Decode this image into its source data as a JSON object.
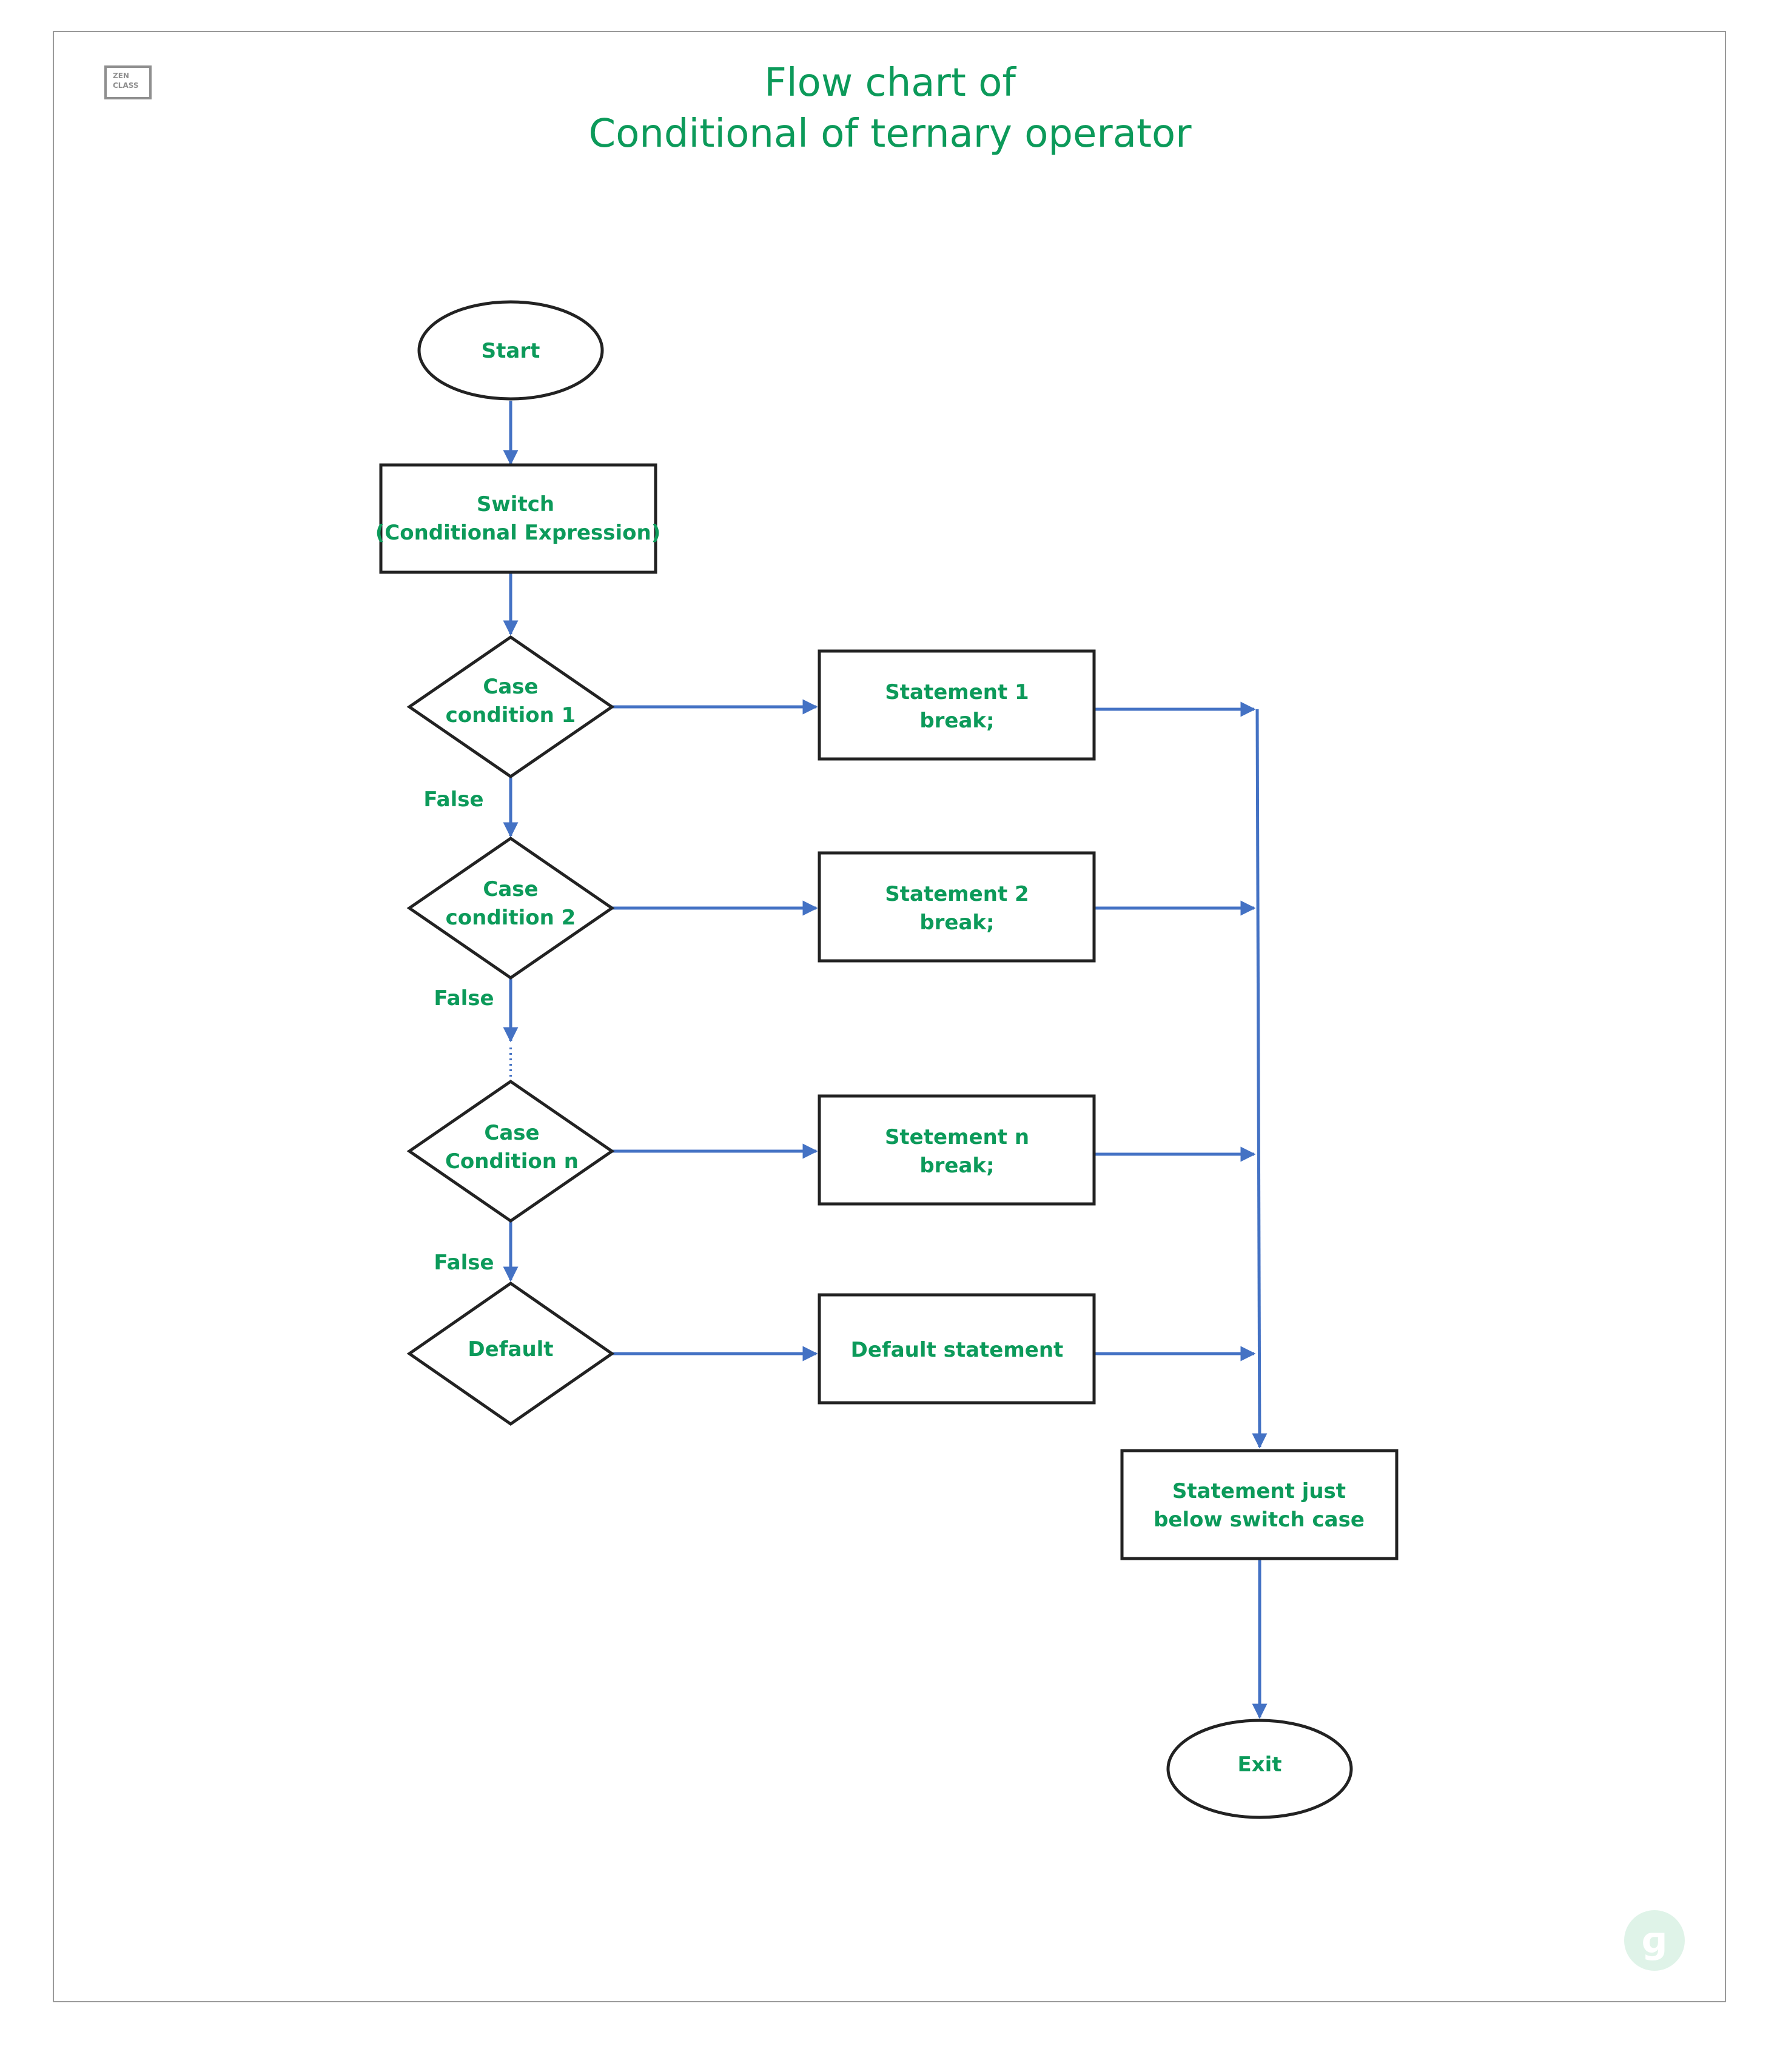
{
  "title": {
    "line1": "Flow chart of",
    "line2": "Conditional of ternary operator"
  },
  "logo": {
    "line1": "ZEN",
    "line2": "CLASS"
  },
  "nodes": {
    "start": "Start",
    "switch": [
      "Switch",
      "(Conditional Expression)"
    ],
    "case1": [
      "Case",
      "condition 1"
    ],
    "case2": [
      "Case",
      "condition 2"
    ],
    "casen": [
      "Case",
      "Condition n"
    ],
    "default": "Default",
    "stmt1": [
      "Statement 1",
      "break;"
    ],
    "stmt2": [
      "Statement 2",
      "break;"
    ],
    "stmtn": [
      "Stetement n",
      "break;"
    ],
    "default_stmt": "Default statement",
    "below": [
      "Statement just",
      "below switch case"
    ],
    "exit": "Exit"
  },
  "edge_labels": {
    "false1": "False",
    "false2": "False",
    "false3": "False"
  },
  "colors": {
    "text": "#0c9a5a",
    "arrow": "#4472c4",
    "outline": "#222222"
  },
  "icons": {
    "corner_badge": "gfg-logo-icon"
  }
}
